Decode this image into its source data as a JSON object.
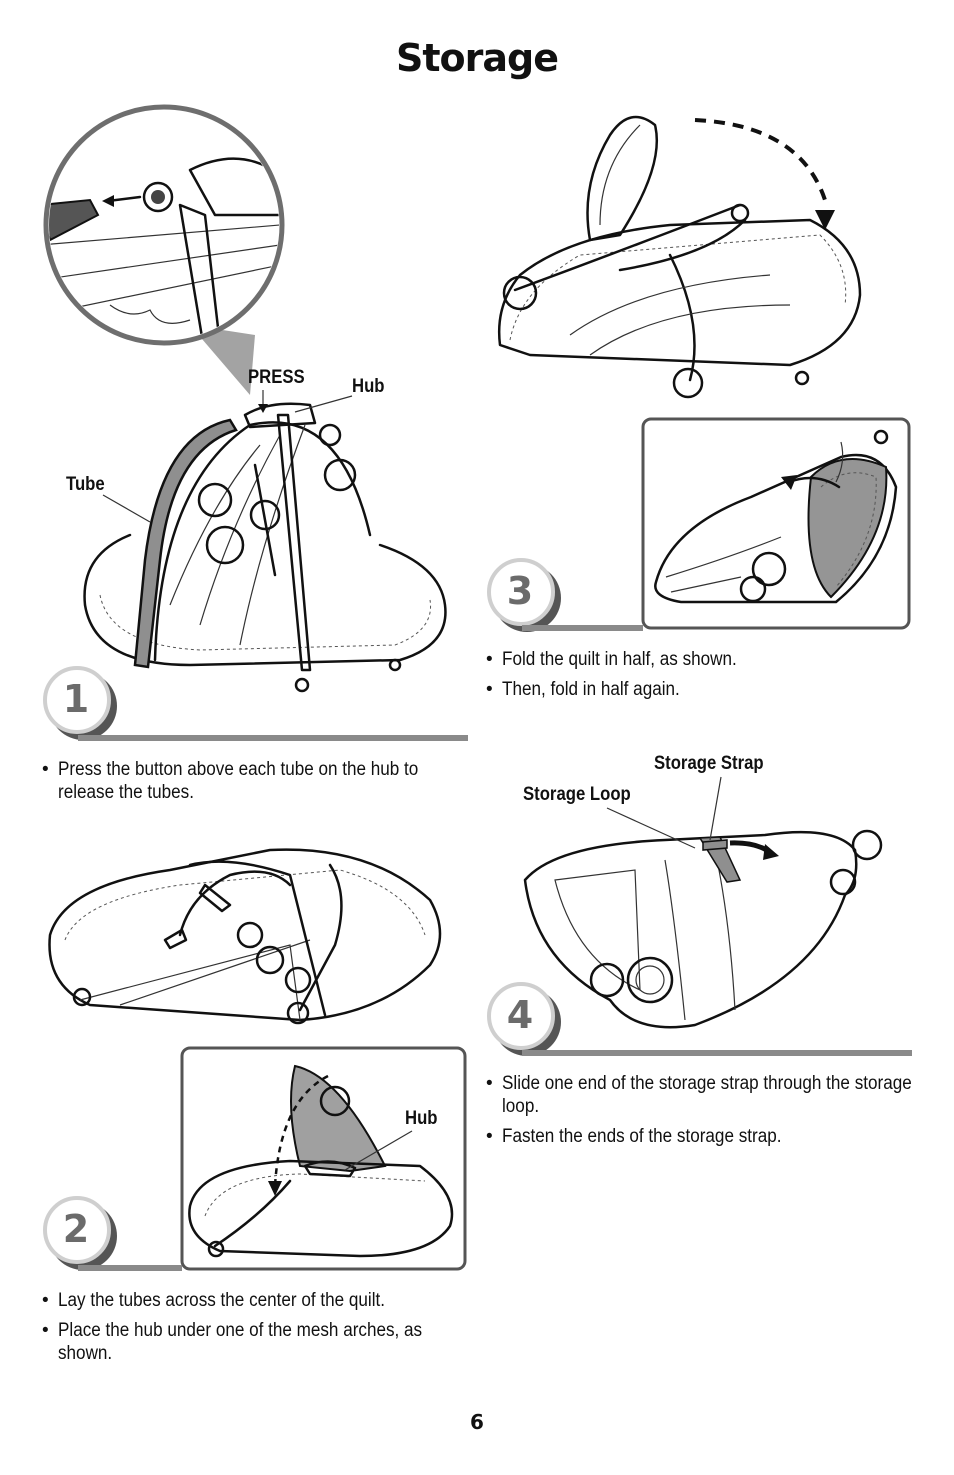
{
  "page": {
    "title": "Storage",
    "page_number": "6"
  },
  "step1": {
    "number": "1",
    "labels": {
      "press": "PRESS",
      "hub": "Hub",
      "tube": "Tube"
    },
    "bullets": [
      "Press the button above each tube on the hub to release the tubes."
    ]
  },
  "step2": {
    "number": "2",
    "labels": {
      "hub": "Hub"
    },
    "bullets": [
      "Lay the tubes across the center of the quilt.",
      "Place the hub under one of the mesh arches, as shown."
    ]
  },
  "step3": {
    "number": "3",
    "bullets": [
      "Fold the quilt in half, as shown.",
      "Then, fold in half again."
    ]
  },
  "step4": {
    "number": "4",
    "labels": {
      "storage_strap": "Storage Strap",
      "storage_loop": "Storage Loop"
    },
    "bullets": [
      "Slide one end of the storage strap through the storage loop.",
      "Fasten the ends of the storage strap."
    ]
  },
  "colors": {
    "badge_ring": "#d9d9d9",
    "rule": "#8a8a8a",
    "highlight": "#9a9a9a"
  }
}
